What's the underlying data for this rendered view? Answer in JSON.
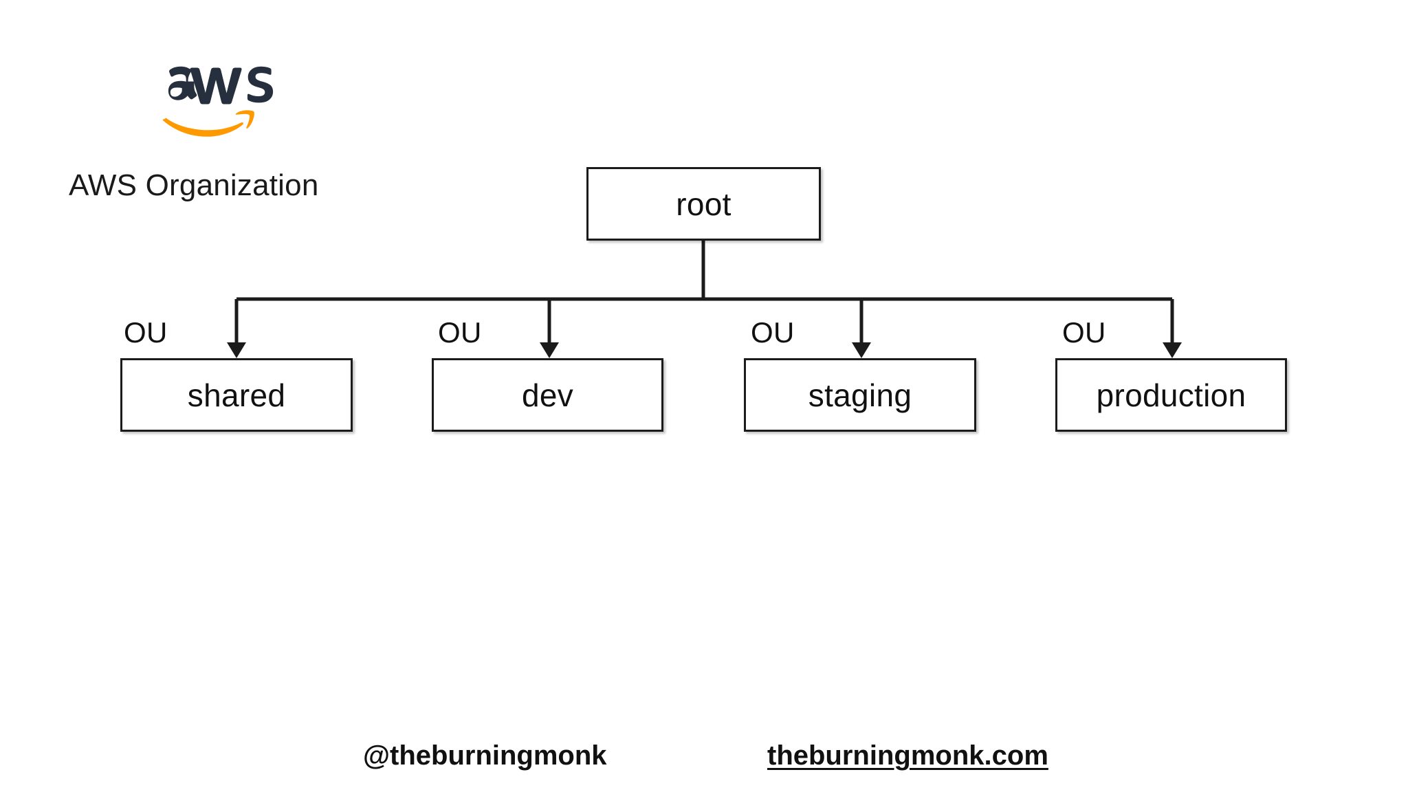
{
  "logo": {
    "wordmark": "aws",
    "wordmark_color": "#252F3E",
    "swoosh_color": "#F90",
    "swoosh_icon": "amazon-smile-swoosh-icon"
  },
  "caption": {
    "text": "AWS Organization"
  },
  "diagram": {
    "type": "tree",
    "root": {
      "id": "root",
      "label": "root"
    },
    "children": [
      {
        "id": "shared",
        "label": "shared",
        "tag": "OU"
      },
      {
        "id": "dev",
        "label": "dev",
        "tag": "OU"
      },
      {
        "id": "staging",
        "label": "staging",
        "tag": "OU"
      },
      {
        "id": "production",
        "label": "production",
        "tag": "OU"
      }
    ],
    "edge_style": "orthogonal-arrow",
    "stroke_color": "#1b1b1b",
    "box_fill": "#ffffff"
  },
  "footer": {
    "handle": "@theburningmonk",
    "website": "theburningmonk.com"
  }
}
